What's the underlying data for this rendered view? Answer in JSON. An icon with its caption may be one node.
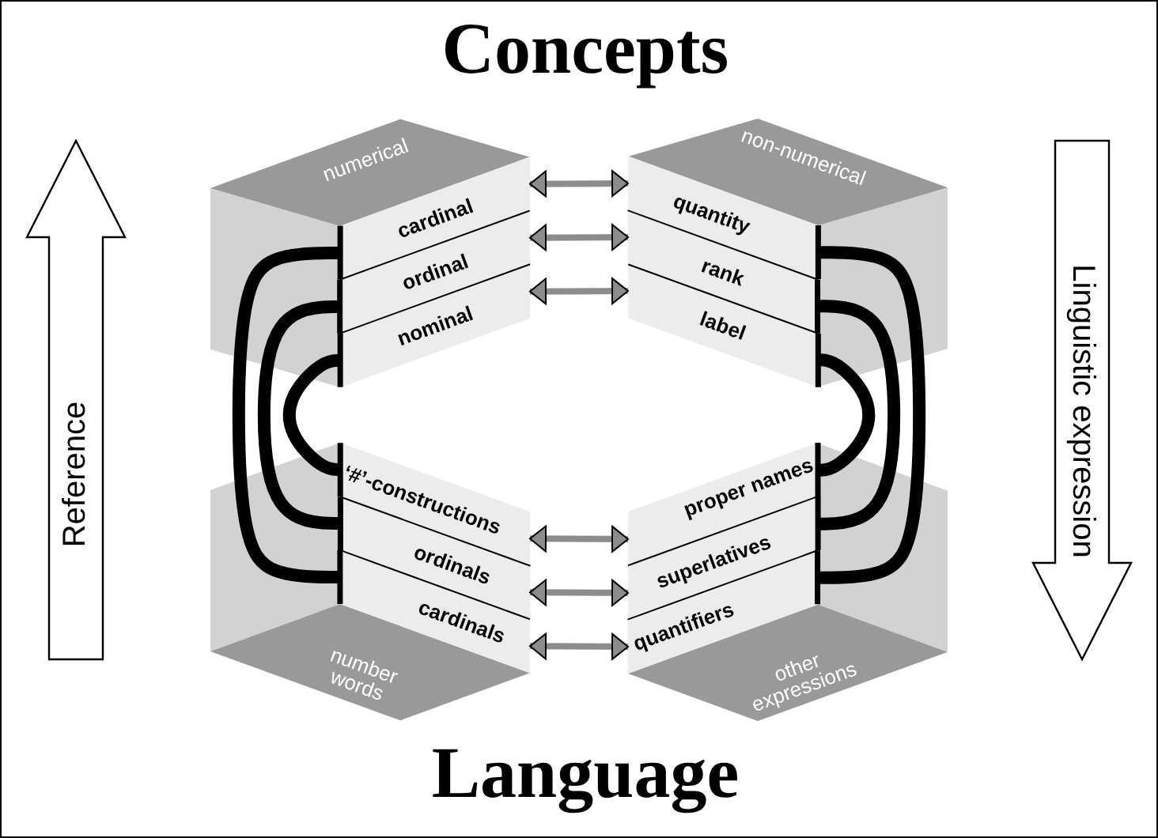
{
  "diagram": {
    "nodes": [
      {
        "text": [
          "numerical"
        ]
      },
      {
        "text": [
          "cardinal"
        ],
        "in": 0
      },
      {
        "text": [
          "ordinal"
        ],
        "in": 0
      },
      {
        "text": [
          "nominal"
        ],
        "in": 0
      },
      {
        "text": [
          "non-numerical"
        ]
      },
      {
        "text": [
          "quantity"
        ],
        "in": 4
      },
      {
        "text": [
          "rank"
        ],
        "in": 4
      },
      {
        "text": [
          "label"
        ],
        "in": 4
      },
      {
        "text": [
          "number words"
        ]
      },
      {
        "text": [
          "‘#’-constructions"
        ],
        "in": 8
      },
      {
        "text": [
          "ordinals"
        ],
        "in": 8
      },
      {
        "text": [
          "cardinals"
        ],
        "in": 8
      },
      {
        "text": [
          "other expressions"
        ]
      },
      {
        "text": [
          "proper names"
        ],
        "in": 12
      },
      {
        "text": [
          "superlatives"
        ],
        "in": 12
      },
      {
        "text": [
          "quantifiers"
        ],
        "in": 12
      },
      {
        "text": [
          "Reference"
        ]
      },
      {
        "text": [
          "Linguistic expression"
        ]
      }
    ],
    "edges": [
      {
        "from": 1,
        "to": 5,
        "arrow": "both"
      },
      {
        "from": 2,
        "to": 6,
        "arrow": "both"
      },
      {
        "from": 3,
        "to": 7,
        "arrow": "both"
      },
      {
        "from": 9,
        "to": 13,
        "arrow": "both"
      },
      {
        "from": 10,
        "to": 14,
        "arrow": "both"
      },
      {
        "from": 11,
        "to": 15,
        "arrow": "both"
      },
      {
        "from": 1,
        "to": 11,
        "arrow": "none",
        "style": "thick",
        "color": "#000000"
      },
      {
        "from": 2,
        "to": 10,
        "arrow": "none",
        "style": "thick",
        "color": "#000000"
      },
      {
        "from": 3,
        "to": 9,
        "arrow": "none",
        "style": "thick",
        "color": "#000000"
      },
      {
        "from": 5,
        "to": 15,
        "arrow": "none",
        "style": "thick",
        "color": "#000000"
      },
      {
        "from": 6,
        "to": 14,
        "arrow": "none",
        "style": "thick",
        "color": "#000000"
      },
      {
        "from": 7,
        "to": 13,
        "arrow": "none",
        "style": "thick",
        "color": "#000000"
      }
    ],
    "labels": [
      "Concepts",
      "Language"
    ]
  }
}
